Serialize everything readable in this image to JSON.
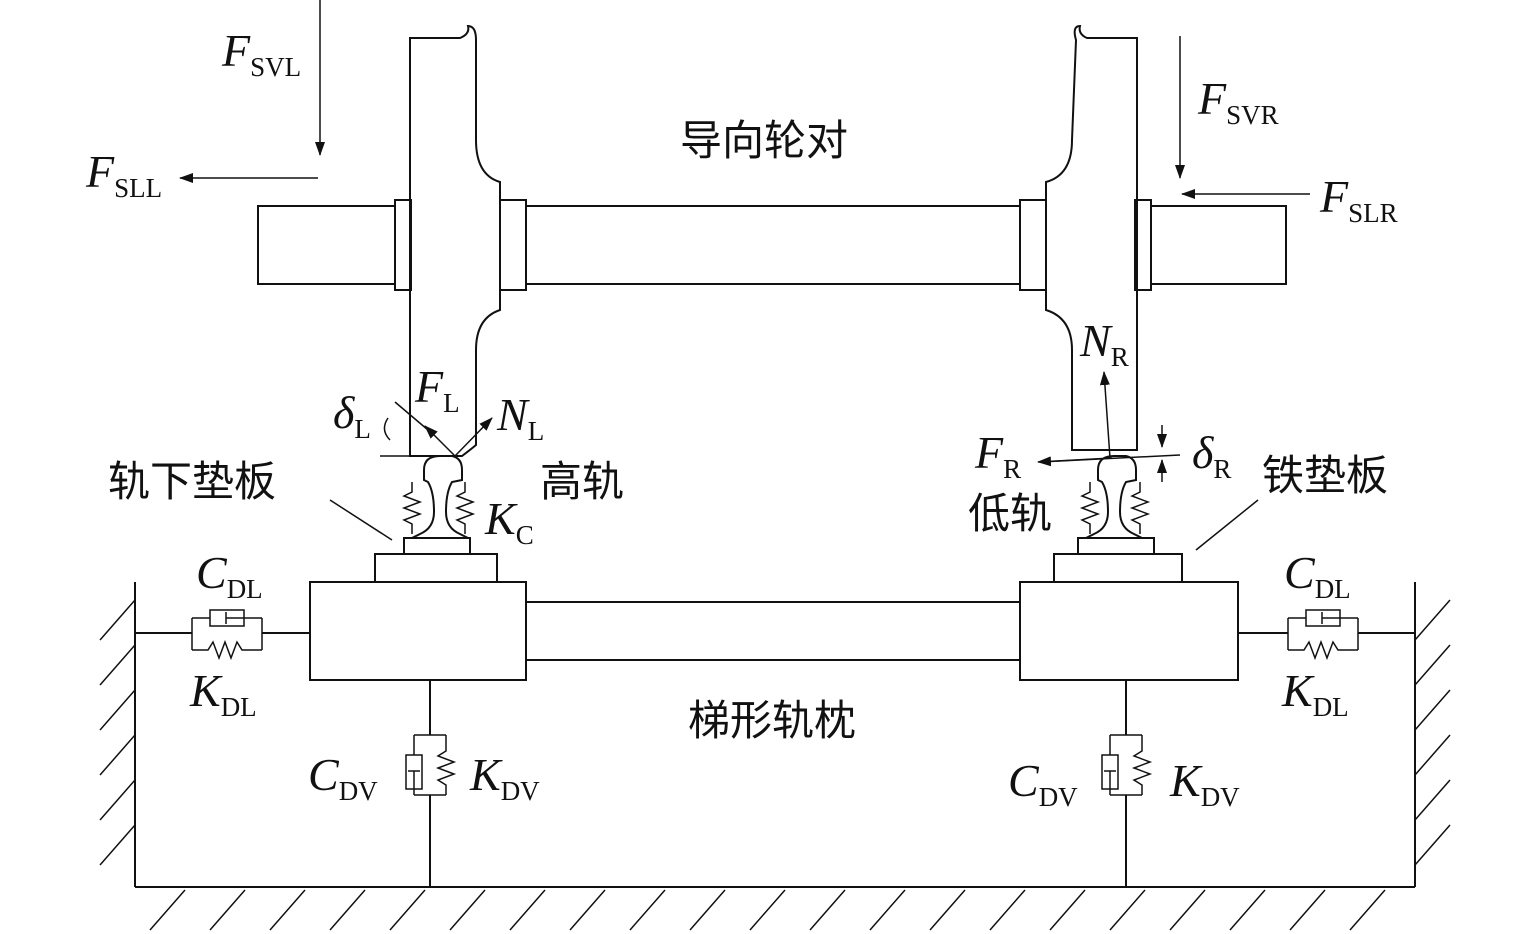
{
  "labels": {
    "title_wheelset": "导向轮对",
    "title_sleeper": "梯形轨枕",
    "pad_left": "轨下垫板",
    "pad_right": "铁垫板",
    "high_rail": "高轨",
    "low_rail": "低轨"
  },
  "symbols": {
    "F_SVL": {
      "main": "F",
      "sub": "SVL"
    },
    "F_SLL": {
      "main": "F",
      "sub": "SLL"
    },
    "F_SVR": {
      "main": "F",
      "sub": "SVR"
    },
    "F_SLR": {
      "main": "F",
      "sub": "SLR"
    },
    "F_L": {
      "main": "F",
      "sub": "L"
    },
    "N_L": {
      "main": "N",
      "sub": "L"
    },
    "delta_L": {
      "main": "δ",
      "sub": "L"
    },
    "F_R": {
      "main": "F",
      "sub": "R"
    },
    "N_R": {
      "main": "N",
      "sub": "R"
    },
    "delta_R": {
      "main": "δ",
      "sub": "R"
    },
    "K_C": {
      "main": "K",
      "sub": "C"
    },
    "C_DL_left": {
      "main": "C",
      "sub": "DL"
    },
    "K_DL_left": {
      "main": "K",
      "sub": "DL"
    },
    "C_DL_right": {
      "main": "C",
      "sub": "DL"
    },
    "K_DL_right": {
      "main": "K",
      "sub": "DL"
    },
    "C_DV_left": {
      "main": "C",
      "sub": "DV"
    },
    "K_DV_left": {
      "main": "K",
      "sub": "DV"
    },
    "C_DV_right": {
      "main": "C",
      "sub": "DV"
    },
    "K_DV_right": {
      "main": "K",
      "sub": "DV"
    }
  }
}
